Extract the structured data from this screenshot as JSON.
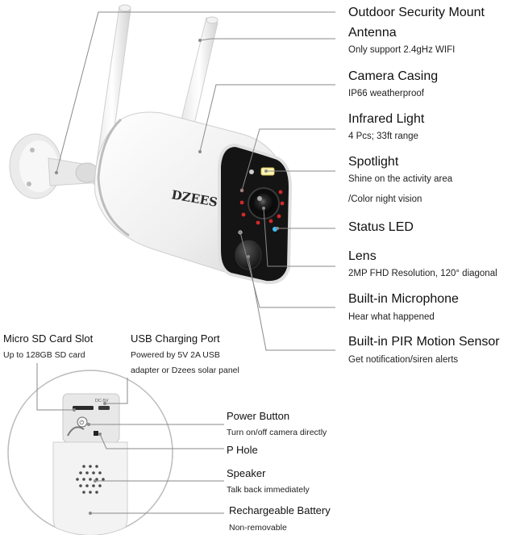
{
  "colors": {
    "leader_line": "#8a8a8a",
    "camera_body": "#f4f4f4",
    "lens_face": "#151515",
    "ir_led": "#d22a2a",
    "status_led": "#39c0ff",
    "spotlight": "#fff6b0"
  },
  "brand_logo_text": "DZEES",
  "features_top": [
    {
      "title": "Outdoor Security Mount",
      "detail": ""
    },
    {
      "title": "Antenna",
      "detail": "Only support 2.4gHz WIFI"
    },
    {
      "title": "Camera Casing",
      "detail": "IP66 weatherproof"
    },
    {
      "title": "Infrared Light",
      "detail": "4 Pcs; 33ft range"
    },
    {
      "title": "Spotlight",
      "detail": "Shine on the activity area",
      "detail2": "/Color night vision"
    },
    {
      "title": "Status LED",
      "detail": ""
    },
    {
      "title": "Lens",
      "detail": "2MP FHD Resolution, 120° diagonal"
    },
    {
      "title": "Built-in Microphone",
      "detail": "Hear what happened"
    },
    {
      "title": "Built-in PIR Motion Sensor",
      "detail": "Get notification/siren alerts"
    }
  ],
  "ports": {
    "sd": {
      "title": "Micro SD Card Slot",
      "detail": "Up to 128GB SD card"
    },
    "usb": {
      "title": "USB Charging Port",
      "detail": "Powered by 5V 2A USB",
      "detail2": "adapter or Dzees solar panel"
    }
  },
  "features_bottom": [
    {
      "title": "Power Button",
      "detail": "Turn on/off camera directly"
    },
    {
      "title": "P Hole",
      "detail": ""
    },
    {
      "title": "Speaker",
      "detail": "Talk back immediately"
    },
    {
      "title": "Rechargeable Battery",
      "detail": "Non-removable"
    }
  ],
  "port_marking": "DC-5V"
}
